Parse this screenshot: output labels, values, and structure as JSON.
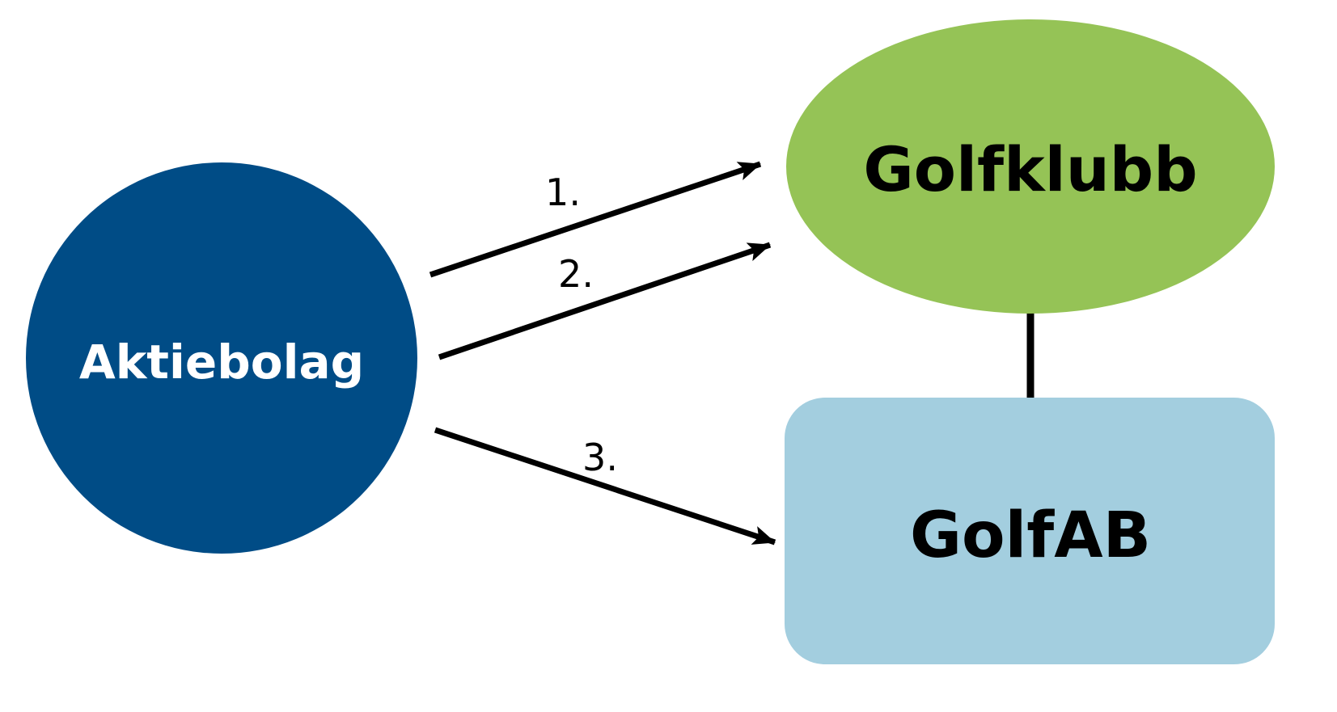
{
  "diagram": {
    "nodes": {
      "aktiebolag": {
        "label": "Aktiebolag",
        "color": "#004C86",
        "text_color": "#ffffff"
      },
      "golfklubb": {
        "label": "Golfklubb",
        "color": "#95C356",
        "text_color": "#000000"
      },
      "golfab": {
        "label": "GolfAB",
        "color": "#A3CEDF",
        "text_color": "#000000"
      }
    },
    "edges": [
      {
        "from": "Aktiebolag",
        "to": "Golfklubb",
        "label": "1."
      },
      {
        "from": "Aktiebolag",
        "to": "Golfklubb",
        "label": "2."
      },
      {
        "from": "Aktiebolag",
        "to": "GolfAB",
        "label": "3."
      }
    ],
    "connector": {
      "from": "Golfklubb",
      "to": "GolfAB"
    },
    "line_color": "#000000"
  }
}
